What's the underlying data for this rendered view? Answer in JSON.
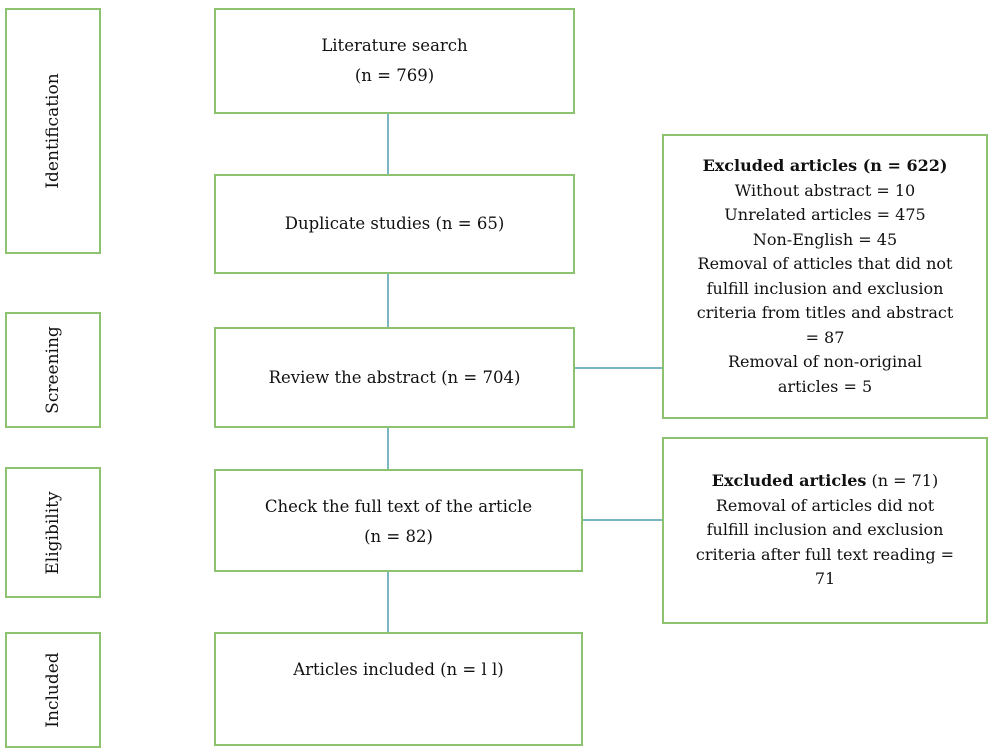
{
  "stages": {
    "identification": "Identification",
    "screening": "Screening",
    "eligibility": "Eligibility",
    "included": "Included"
  },
  "main_boxes": {
    "literature_search": {
      "line1": "Literature search",
      "line2": "(n = 769)"
    },
    "duplicate_studies": {
      "line1": "Duplicate studies (n = 65)"
    },
    "review_abstract": {
      "line1": "Review the abstract (n = 704)"
    },
    "full_text_check": {
      "line1": "Check the full text of the article",
      "line2": "(n = 82)"
    },
    "articles_included": {
      "line1": "Articles included (n = l l)"
    }
  },
  "excluded_abstract": {
    "heading": "Excluded articles (n = 622)",
    "lines": [
      "Without abstract = 10",
      "Unrelated articles = 475",
      "Non-English = 45",
      "Removal of atticles that did not",
      "fulfill inclusion and exclusion",
      "criteria from titles and abstract",
      "= 87",
      "Removal of non-original",
      "articles = 5"
    ]
  },
  "excluded_fulltext": {
    "heading_bold": "Excluded articles",
    "heading_rest": " (n = 71)",
    "lines": [
      "Removal of articles did not",
      "fulfill inclusion and exclusion",
      "criteria after full text reading =",
      "71"
    ]
  }
}
